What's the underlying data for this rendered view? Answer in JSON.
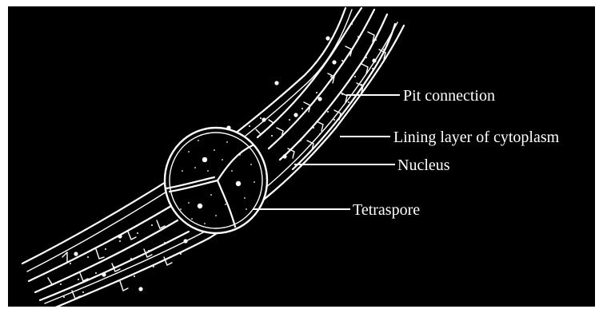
{
  "colors": {
    "background": "#000000",
    "line": "#ffffff",
    "frame": "#ffffff"
  },
  "labels": {
    "pit_connection": "Pit connection",
    "lining_layer": "Lining layer of cytoplasm",
    "nucleus": "Nucleus",
    "tetraspore": "Tetraspore"
  }
}
